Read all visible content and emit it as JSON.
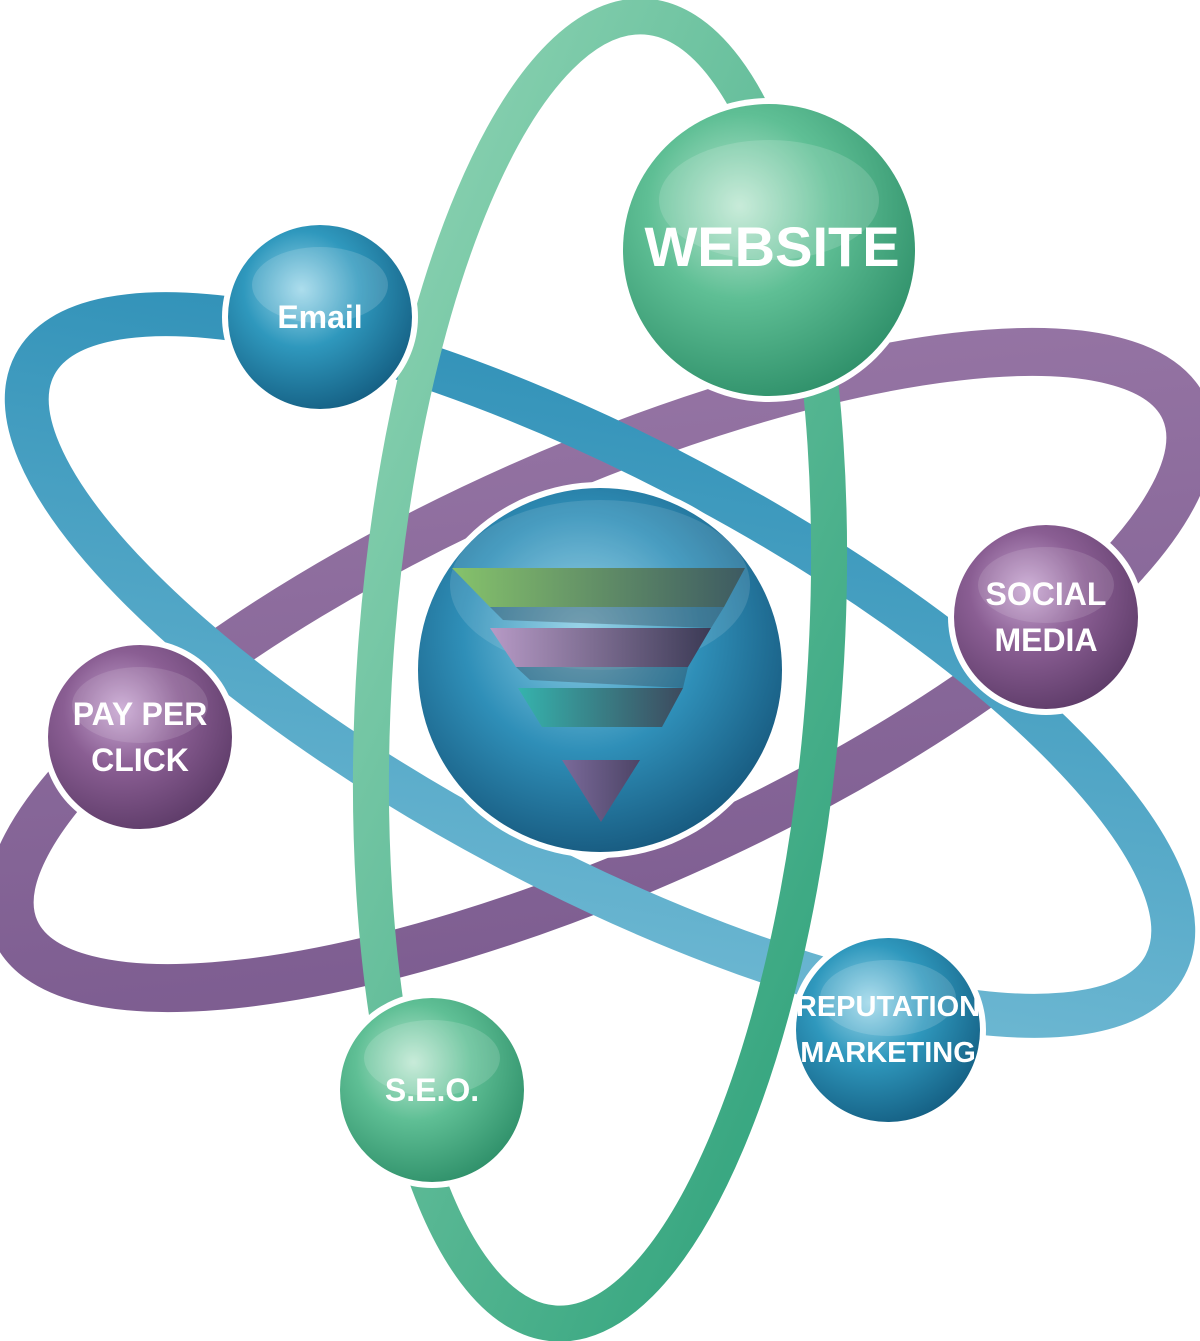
{
  "nodes": {
    "website": {
      "lines": [
        "WEBSITE"
      ],
      "color": "#5bb58f"
    },
    "email": {
      "lines": [
        "Email"
      ],
      "color": "#2a8fb3"
    },
    "social_media": {
      "lines": [
        "SOCIAL",
        "MEDIA"
      ],
      "color": "#8a5e93"
    },
    "pay_per_click": {
      "lines": [
        "PAY PER",
        "CLICK"
      ],
      "color": "#8a5e93"
    },
    "seo": {
      "lines": [
        "S.E.O."
      ],
      "color": "#5bb58f"
    },
    "reputation_marketing": {
      "lines": [
        "REPUTATION",
        "MARKETING"
      ],
      "color": "#2a8fb3"
    }
  },
  "center": {
    "icon": "funnel-icon",
    "color": "#2a8fb3",
    "funnel_colors": [
      "#7ab46e",
      "#8a6a9c",
      "#2aa3a3",
      "#6a5a8a"
    ]
  },
  "orbit_colors": {
    "green": "#6cc19c",
    "blue": "#3d9ec2",
    "purple": "#87659a"
  }
}
